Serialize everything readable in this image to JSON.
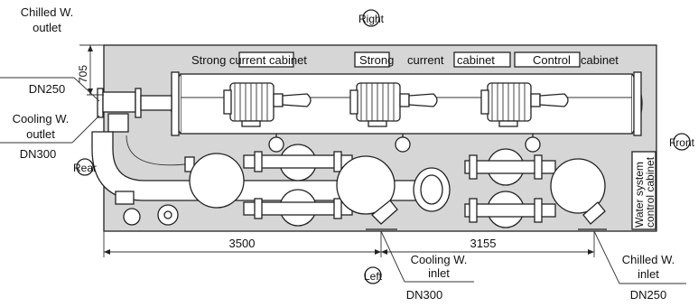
{
  "directions": {
    "top": "Right",
    "side_right": "Front",
    "side_left": "Rear",
    "bottom": "Left"
  },
  "cabinets": {
    "left": "Strong current cabinet",
    "middle_a": "Strong",
    "middle_b": "current",
    "middle_c": "cabinet",
    "right_a": "Control",
    "right_b": "cabinet",
    "water_system_line1": "Water system",
    "water_system_line2": "control cabinet"
  },
  "connections": {
    "chilled_outlet_line1": "Chilled W.",
    "chilled_outlet_line2": "outlet",
    "chilled_outlet_size": "DN250",
    "cooling_outlet_line1": "Cooling W.",
    "cooling_outlet_line2": "outlet",
    "cooling_outlet_size": "DN300",
    "cooling_inlet_line1": "Cooling W.",
    "cooling_inlet_line2": "inlet",
    "cooling_inlet_size": "DN300",
    "chilled_inlet_line1": "Chilled W.",
    "chilled_inlet_line2": "inlet",
    "chilled_inlet_size": "DN250"
  },
  "dimensions": {
    "width_dim": "705",
    "left_length": "3500",
    "right_length": "3155"
  },
  "colors": {
    "room_fill": "#d6d6d6",
    "line": "#222222"
  }
}
